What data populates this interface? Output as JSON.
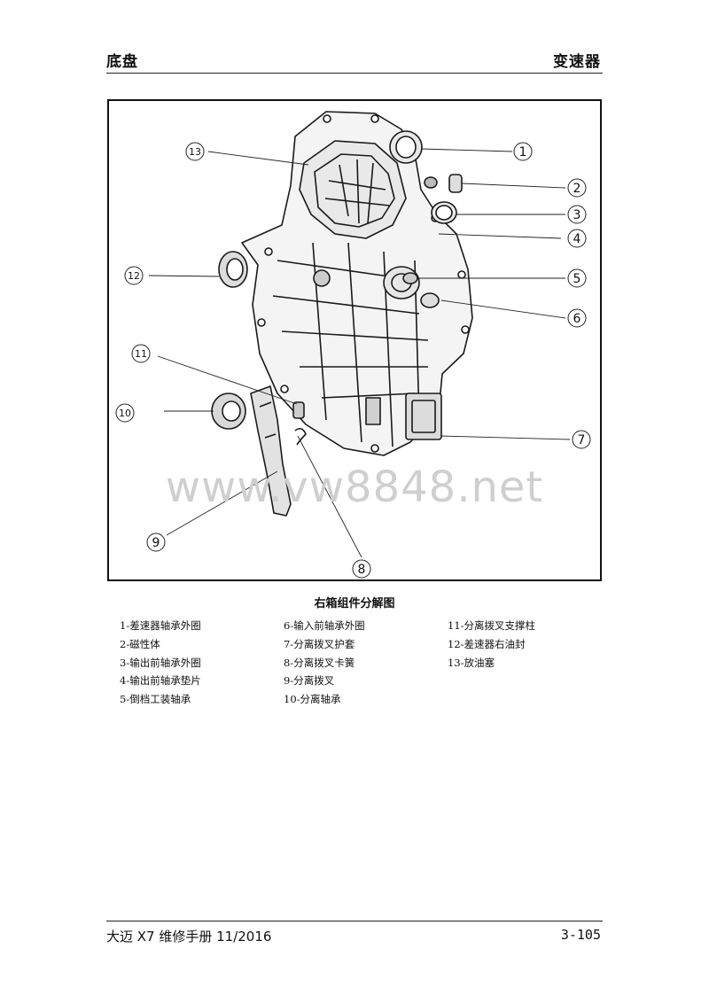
{
  "header": {
    "left": "底盘",
    "right": "变速器"
  },
  "figure": {
    "watermark": "www.vw8848.net",
    "callouts": [
      "1",
      "2",
      "3",
      "4",
      "5",
      "6",
      "7",
      "8",
      "9",
      "10",
      "11",
      "12",
      "13"
    ],
    "caption": "右箱组件分解图"
  },
  "legend": {
    "col1": [
      "1-差速器轴承外圈",
      "2-磁性体",
      "3-输出前轴承外圈",
      "4-输出前轴承垫片",
      "5-倒档工装轴承"
    ],
    "col2": [
      "6-输入前轴承外圈",
      "7-分离拨叉护套",
      "8-分离拨叉卡簧",
      "9-分离拨叉",
      "10-分离轴承"
    ],
    "col3": [
      "11-分离拨叉支撑柱",
      "12-差速器右油封",
      "13-放油塞"
    ]
  },
  "footer": {
    "left": "大迈 X7 维修手册 11/2016",
    "right": "3-105"
  }
}
